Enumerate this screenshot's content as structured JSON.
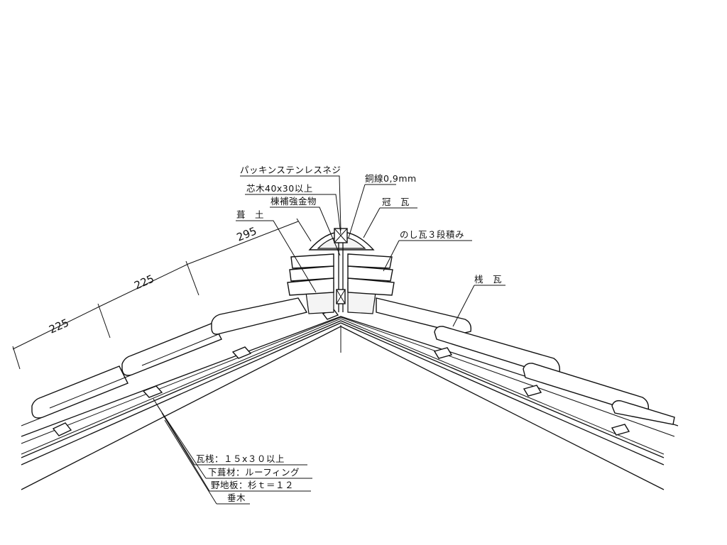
{
  "dimensions": {
    "d1": "225",
    "d2": "225",
    "d3": "295"
  },
  "labels": {
    "packing_screw": "パッキンステンレスネジ",
    "copper_wire": "銅線0,9mm",
    "core_wood": "芯木40x30以上",
    "ridge_bracket": "棟補強金物",
    "crown_tile": "冠　瓦",
    "mortar": "葺　土",
    "noshi_tile": "のし瓦３段積み",
    "field_tile": "桟　瓦",
    "batten": "瓦桟：１５x３０以上",
    "underlay": "下葺材：ルーフィング",
    "sheathing": "野地板：杉ｔ＝１２",
    "rafter": "垂木"
  }
}
